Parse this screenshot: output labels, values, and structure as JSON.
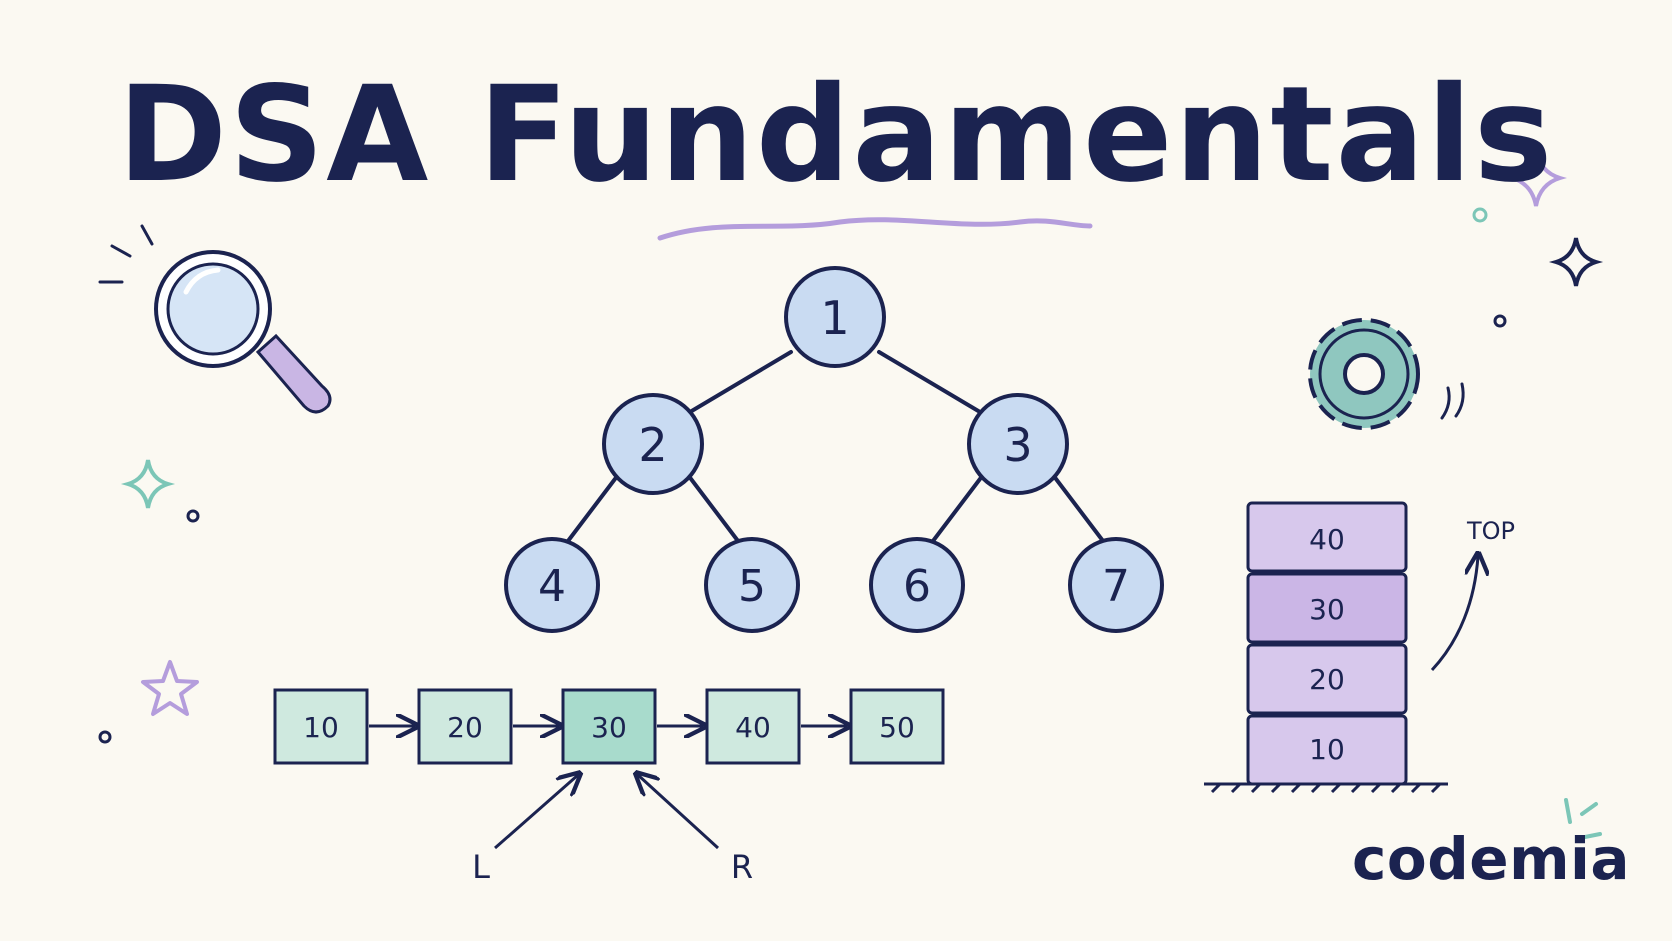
{
  "title": "DSA Fundamentals",
  "brand": "codemia",
  "colors": {
    "ink": "#1b2350",
    "background": "#fbf9f2",
    "tree_node": "#c9dbf2",
    "list_node": "#cfe9df",
    "list_node_active": "#a8dbcc",
    "stack_block": "#d7c8ec",
    "accent_purple": "#b49ddc",
    "accent_teal": "#7cc6b7"
  },
  "tree": {
    "nodes": [
      "1",
      "2",
      "3",
      "4",
      "5",
      "6",
      "7"
    ]
  },
  "linked_list": {
    "values": [
      "10",
      "20",
      "30",
      "40",
      "50"
    ],
    "active_index": 2,
    "left_pointer": "L",
    "right_pointer": "R"
  },
  "stack": {
    "values": [
      "40",
      "30",
      "20",
      "10"
    ],
    "top_label": "TOP"
  },
  "icons": [
    "magnifier-icon",
    "gear-icon",
    "sparkle-icon",
    "star-icon"
  ]
}
